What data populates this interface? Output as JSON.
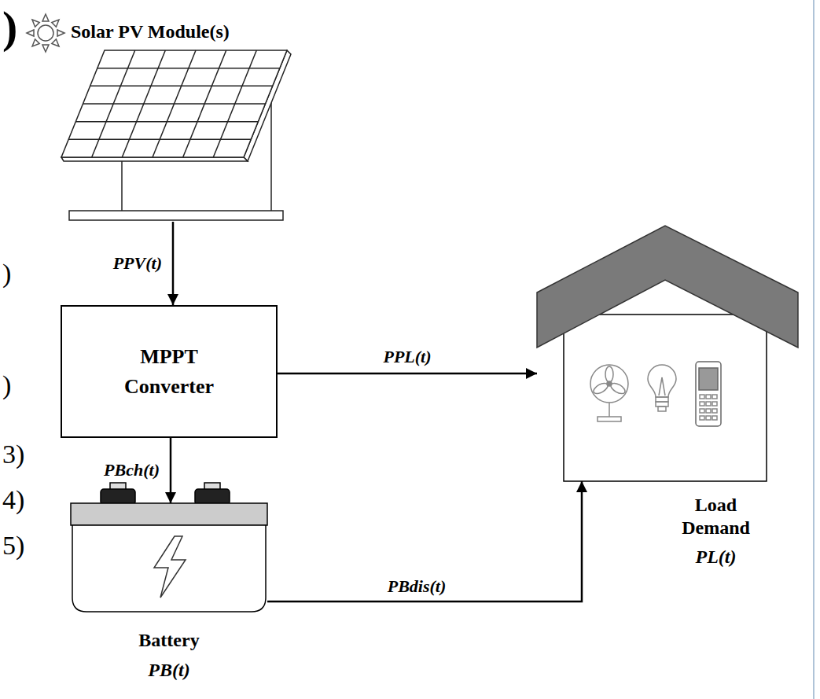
{
  "diagram": {
    "nodes": [
      {
        "text": [
          "Solar PV Module(s)"
        ]
      },
      {
        "text": [
          "MPPT Converter"
        ]
      },
      {
        "text": [
          "Battery",
          "PB(t)"
        ]
      },
      {
        "text": [
          "Load Demand",
          "PL(t)"
        ]
      }
    ],
    "edges": [
      {
        "from": 0,
        "to": 1,
        "arrow": "to",
        "label": "PPV(t)"
      },
      {
        "from": 1,
        "to": 3,
        "arrow": "to",
        "label": "PPL(t)"
      },
      {
        "from": 1,
        "to": 2,
        "arrow": "to",
        "label": "PBch(t)"
      },
      {
        "from": 2,
        "to": 3,
        "arrow": "to",
        "label": "PBdis(t)"
      }
    ],
    "labels": [
      ")",
      ")",
      ")",
      "3)",
      "4)",
      "5)"
    ]
  }
}
